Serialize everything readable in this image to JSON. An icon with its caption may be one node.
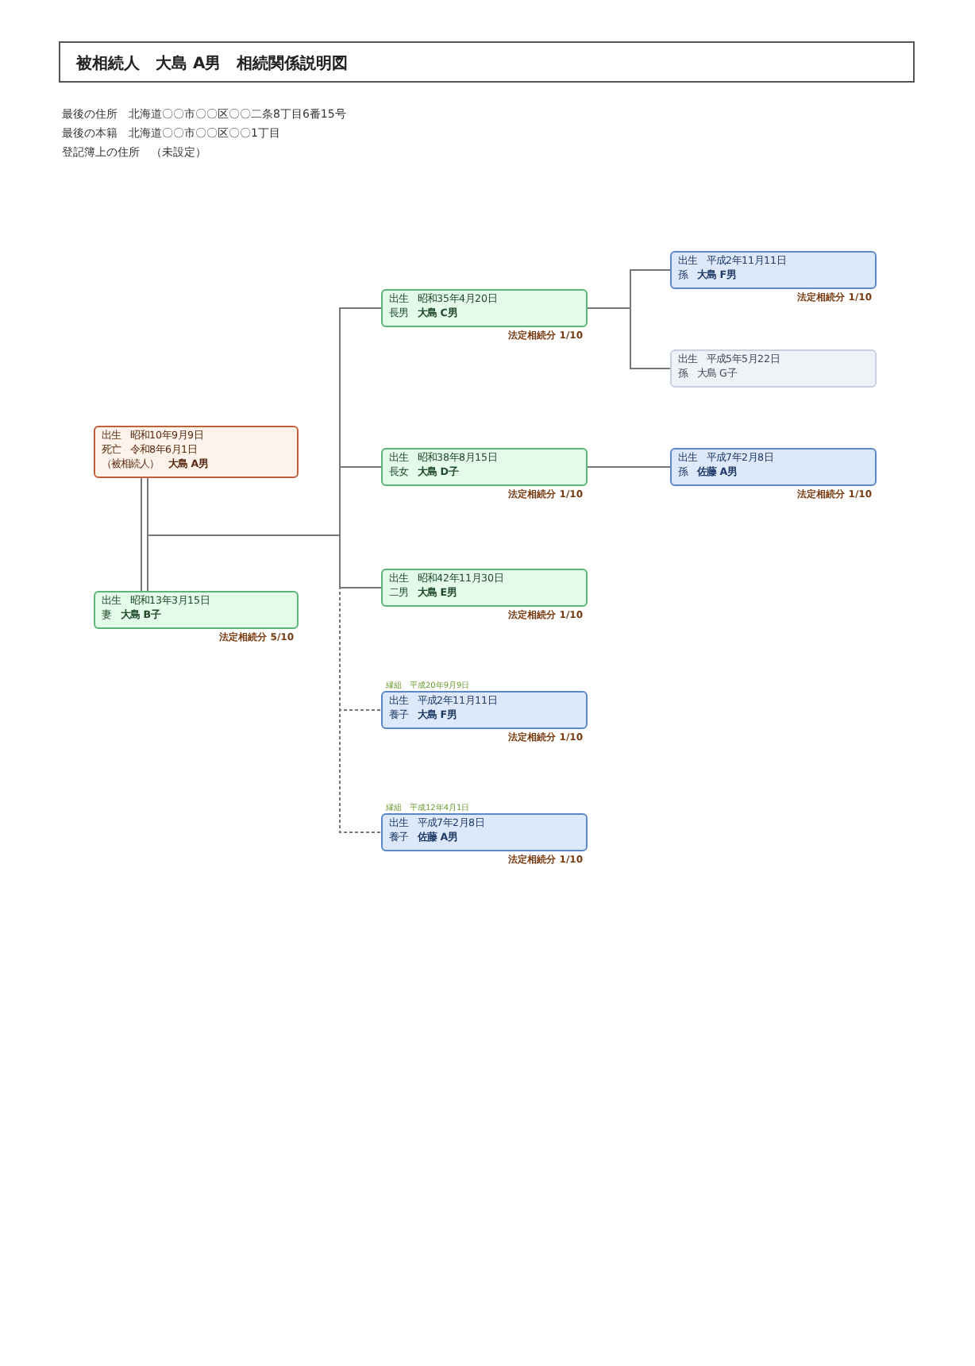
{
  "diagram": {
    "title": "被相続人　大島 A男　相続関係説明図",
    "nodes": [
      {
        "text": [
          "出生　昭和10年9月9日",
          "死亡　令和8年6月1日",
          "（被相続人）　**大島 A男**"
        ]
      },
      {
        "text": [
          "出生　昭和13年3月15日",
          "妻　**大島 B子**"
        ],
        "beside": [
          "法定相続分 5/10"
        ]
      },
      {
        "text": [
          "出生　昭和35年4月20日",
          "長男　**大島 C男**"
        ],
        "beside": [
          "法定相続分 1/10"
        ]
      },
      {
        "text": [
          "出生　昭和38年8月15日",
          "長女　**大島 D子**"
        ],
        "beside": [
          "法定相続分 1/10"
        ]
      },
      {
        "text": [
          "出生　昭和42年11月30日",
          "二男　**大島 E男**"
        ],
        "beside": [
          "法定相続分 1/10"
        ]
      },
      {
        "text": [
          "出生　平成2年11月11日",
          "養子　**大島 F男**"
        ],
        "beside": [
          "縁組　平成20年9月9日",
          "法定相続分 1/10"
        ]
      },
      {
        "text": [
          "出生　平成7年2月8日",
          "養子　**佐藤 A男**"
        ],
        "beside": [
          "縁組　平成12年4月1日",
          "法定相続分 1/10"
        ]
      },
      {
        "text": [
          "出生　平成2年11月11日",
          "孫　**大島 F男**"
        ],
        "beside": [
          "法定相続分 1/10"
        ]
      },
      {
        "text": [
          "出生　平成5年5月22日",
          "孫　大島 G子"
        ]
      },
      {
        "text": [
          "出生　平成7年2月8日",
          "孫　**佐藤 A男**"
        ],
        "beside": [
          "法定相続分 1/10"
        ]
      }
    ],
    "edges": [
      {
        "from": 0,
        "to": 1,
        "arrow": "none"
      },
      {
        "from": 0,
        "to": 2,
        "arrow": "none"
      },
      {
        "from": 0,
        "to": 3,
        "arrow": "none"
      },
      {
        "from": 0,
        "to": 4,
        "arrow": "none"
      },
      {
        "from": 0,
        "to": 5,
        "arrow": "none",
        "style": "dashed"
      },
      {
        "from": 0,
        "to": 6,
        "arrow": "none",
        "style": "dashed"
      },
      {
        "from": 2,
        "to": 7,
        "arrow": "none"
      },
      {
        "from": 2,
        "to": 8,
        "arrow": "none"
      },
      {
        "from": 3,
        "to": 9,
        "arrow": "none"
      }
    ],
    "labels": [
      "最後の住所　北海道〇〇市〇〇区〇〇二条8丁目6番15号",
      "最後の本籍　北海道〇〇市〇〇区〇〇1丁目",
      "登記簿上の住所　（未設定）"
    ]
  }
}
